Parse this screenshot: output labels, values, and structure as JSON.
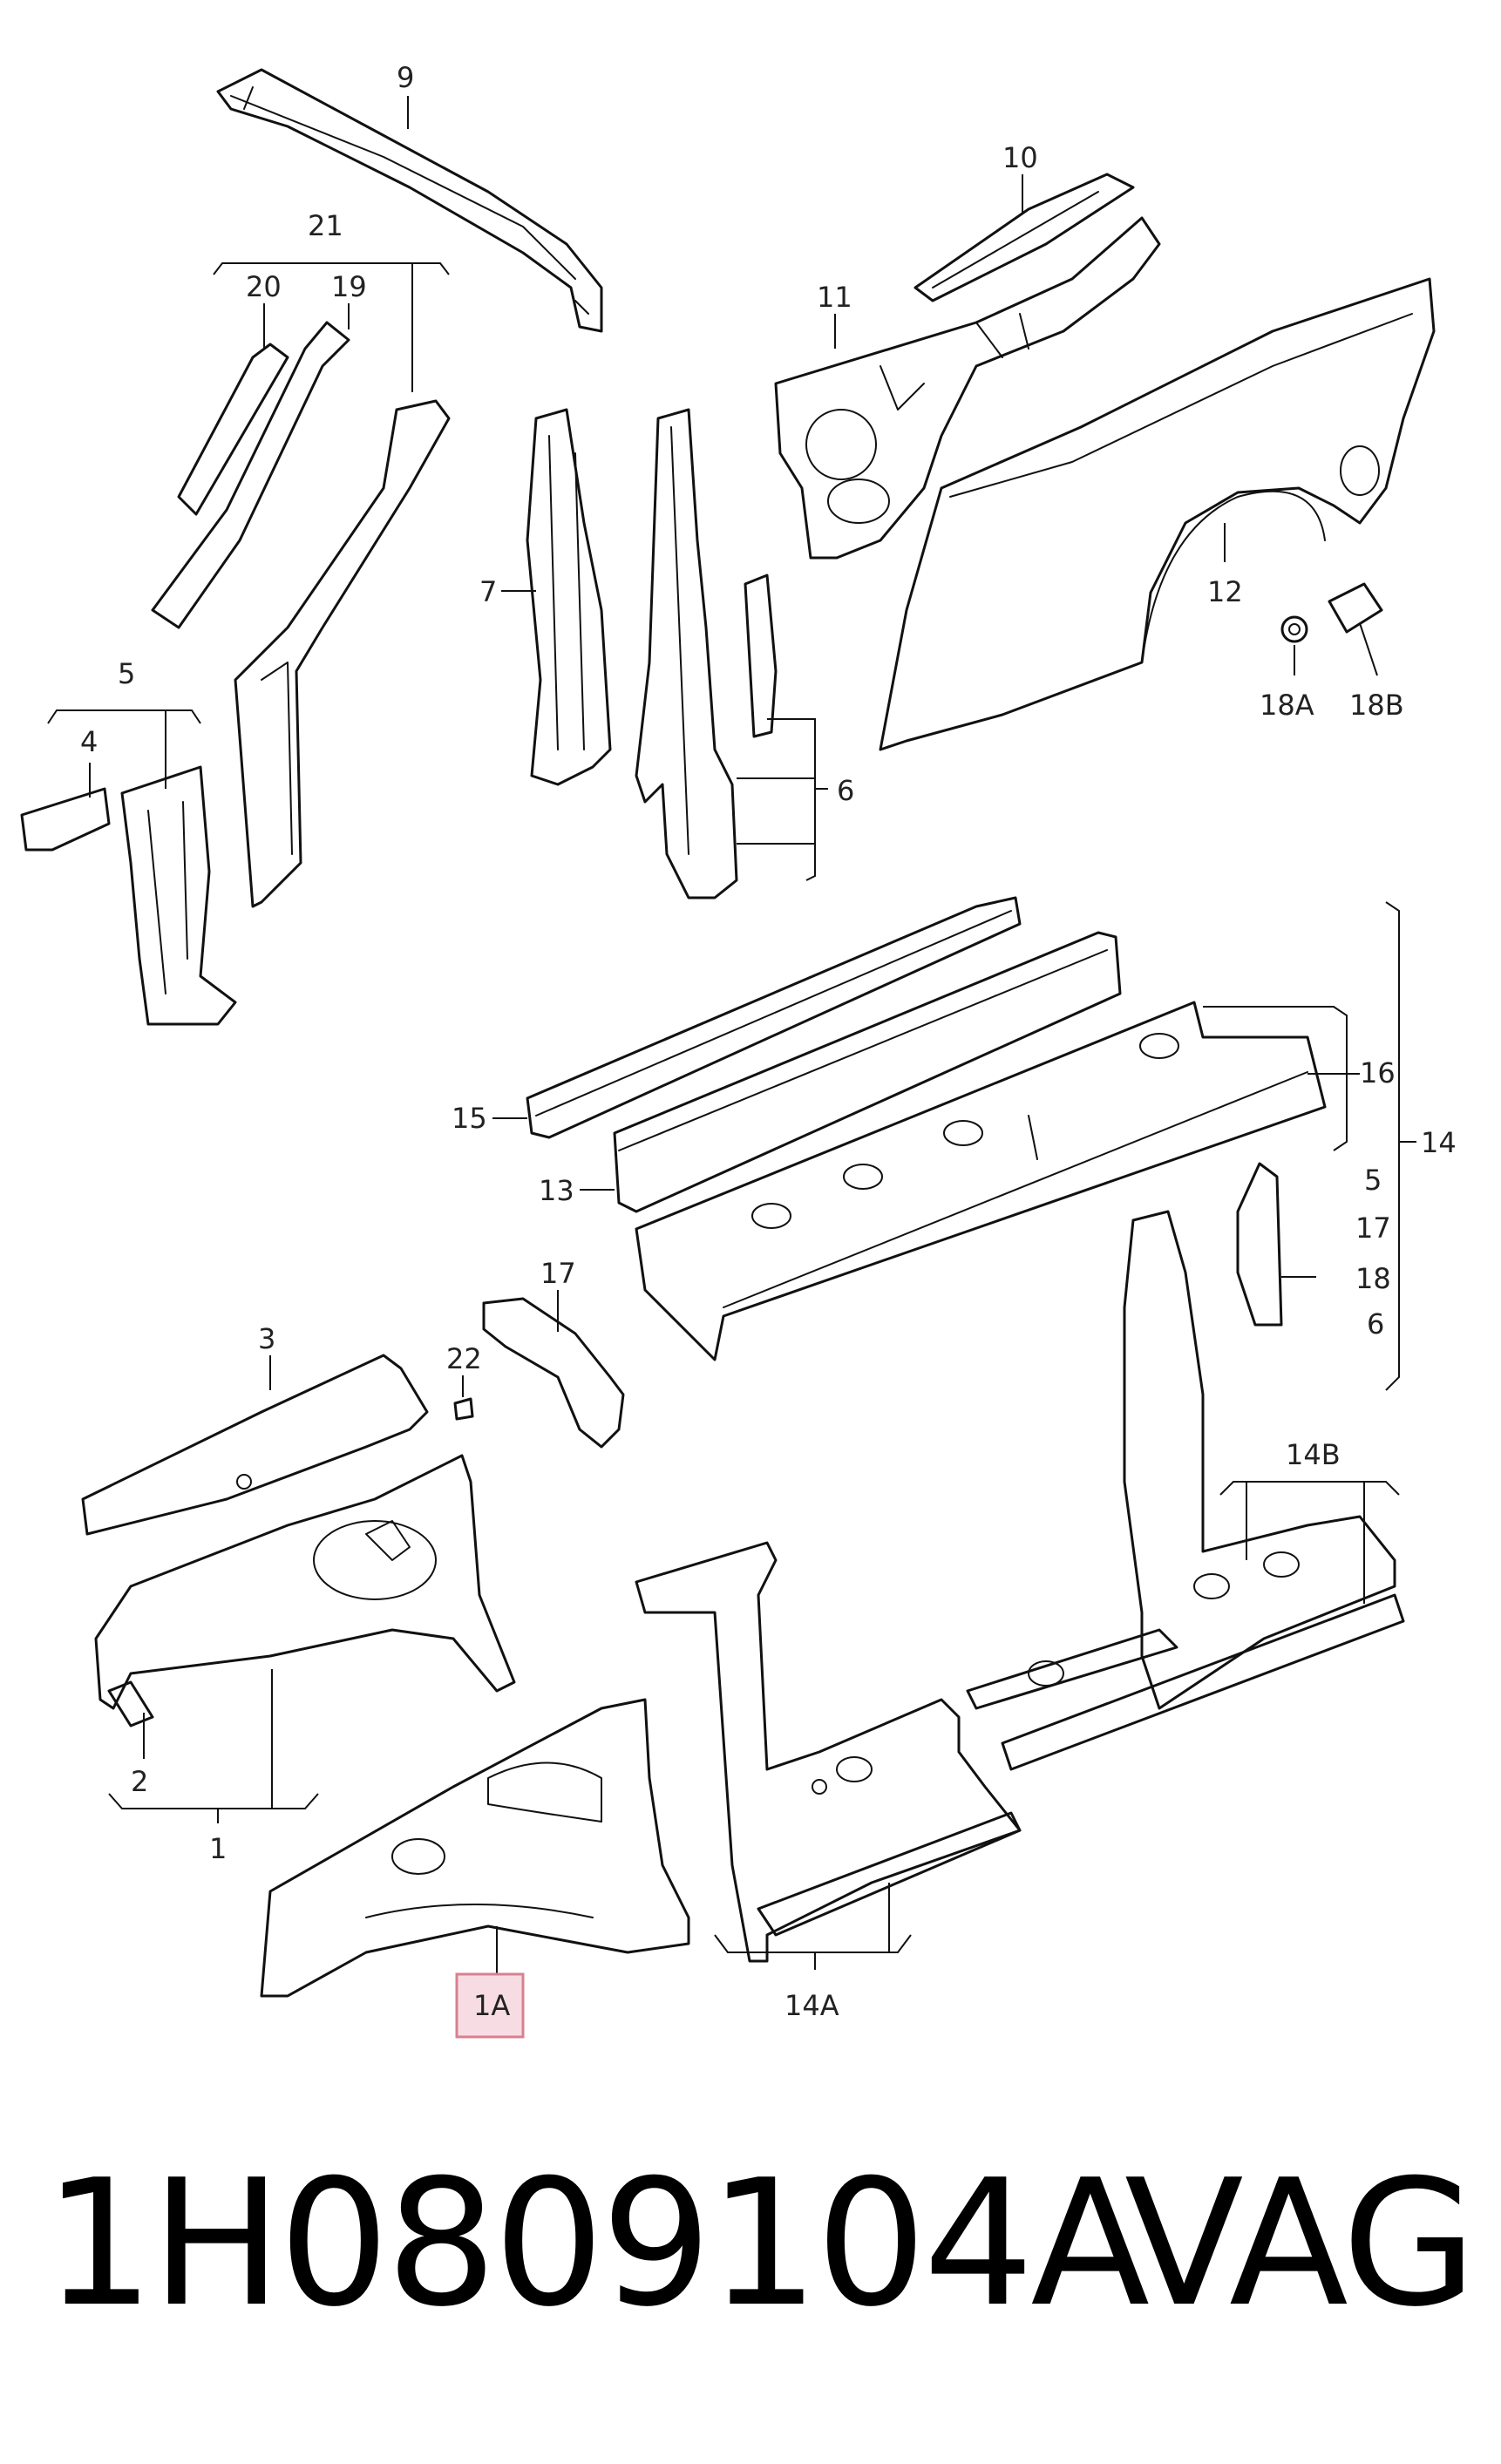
{
  "labels": {
    "l9": "9",
    "l10": "10",
    "l11": "11",
    "l21": "21",
    "l20": "20",
    "l19": "19",
    "l7": "7",
    "l12": "12",
    "l5a": "5",
    "l4": "4",
    "l18a": "18A",
    "l18b": "18B",
    "l6": "6",
    "l15": "15",
    "l16": "16",
    "l13": "13",
    "l14": "14",
    "l5b": "5",
    "l17b": "17",
    "l18": "18",
    "l6b": "6",
    "l17a": "17",
    "l3": "3",
    "l22": "22",
    "l14b": "14B",
    "l2": "2",
    "l1": "1",
    "l1a": "1A",
    "l14a": "14A"
  },
  "highlighted_label": "1A",
  "footer": {
    "part_number": "1H0809104A",
    "brand": "VAG"
  },
  "colors": {
    "line": "#111111",
    "highlight_fill": "#f7dde3",
    "highlight_border": "#d8808f"
  }
}
